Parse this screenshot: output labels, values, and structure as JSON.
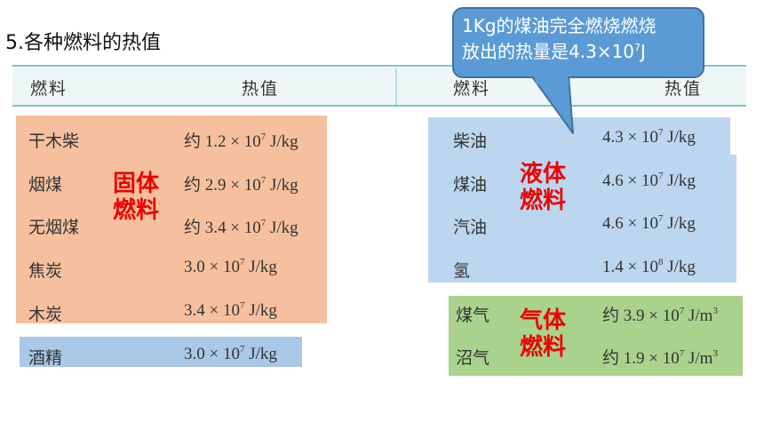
{
  "title": "5.各种燃料的热值",
  "header": {
    "left_fuel": "燃料",
    "left_value": "热值",
    "right_fuel": "燃料",
    "right_value": "热值"
  },
  "solid": {
    "category": [
      "固体",
      "燃料"
    ],
    "rows": [
      {
        "name": "干木柴",
        "prefix": "约 ",
        "mantissa": "1.2 × 10",
        "exp": "7",
        "unit": " J/kg"
      },
      {
        "name": "烟煤",
        "prefix": "约 ",
        "mantissa": "2.9 × 10",
        "exp": "7",
        "unit": " J/kg"
      },
      {
        "name": "无烟煤",
        "prefix": "约 ",
        "mantissa": "3.4 × 10",
        "exp": "7",
        "unit": " J/kg"
      },
      {
        "name": "焦炭",
        "prefix": "",
        "mantissa": "3.0 × 10",
        "exp": "7",
        "unit": " J/kg"
      },
      {
        "name": "木炭",
        "prefix": "",
        "mantissa": "3.4 × 10",
        "exp": "7",
        "unit": " J/kg"
      }
    ]
  },
  "alcohol": {
    "name": "酒精",
    "prefix": "",
    "mantissa": "3.0 × 10",
    "exp": "7",
    "unit": " J/kg"
  },
  "liquid": {
    "category": [
      "液体",
      "燃料"
    ],
    "rows": [
      {
        "name": "柴油",
        "prefix": "",
        "mantissa": "4.3 × 10",
        "exp": "7",
        "unit": " J/kg"
      },
      {
        "name": "煤油",
        "prefix": "",
        "mantissa": "4.6 × 10",
        "exp": "7",
        "unit": " J/kg"
      },
      {
        "name": "汽油",
        "prefix": "",
        "mantissa": "4.6 × 10",
        "exp": "7",
        "unit": " J/kg"
      },
      {
        "name": "氢",
        "prefix": "",
        "mantissa": "1.4 × 10",
        "exp": "8",
        "unit": " J/kg"
      }
    ]
  },
  "gas": {
    "category": [
      "气体",
      "燃料"
    ],
    "rows": [
      {
        "name": "煤气",
        "prefix": "约 ",
        "mantissa": "3.9 × 10",
        "exp": "7",
        "unit": " J/m",
        "unit_exp": "3"
      },
      {
        "name": "沼气",
        "prefix": "约 ",
        "mantissa": "1.9 × 10",
        "exp": "7",
        "unit": " J/m",
        "unit_exp": "3"
      }
    ]
  },
  "callout": {
    "line1": "1Kg的煤油完全燃烧燃烧",
    "line2_prefix": "放出的热量是4.3×10",
    "line2_exp": "7",
    "line2_suffix": "J"
  },
  "colors": {
    "solid_fill": "#f6c09e",
    "liquid_fill": "#bcd6ef",
    "gas_fill": "#a9d28d",
    "alcohol_fill": "#a9c7e6",
    "category_text": "#ee0000",
    "callout_fill": "#5b9bd5",
    "rule": "#7cc5c5"
  }
}
